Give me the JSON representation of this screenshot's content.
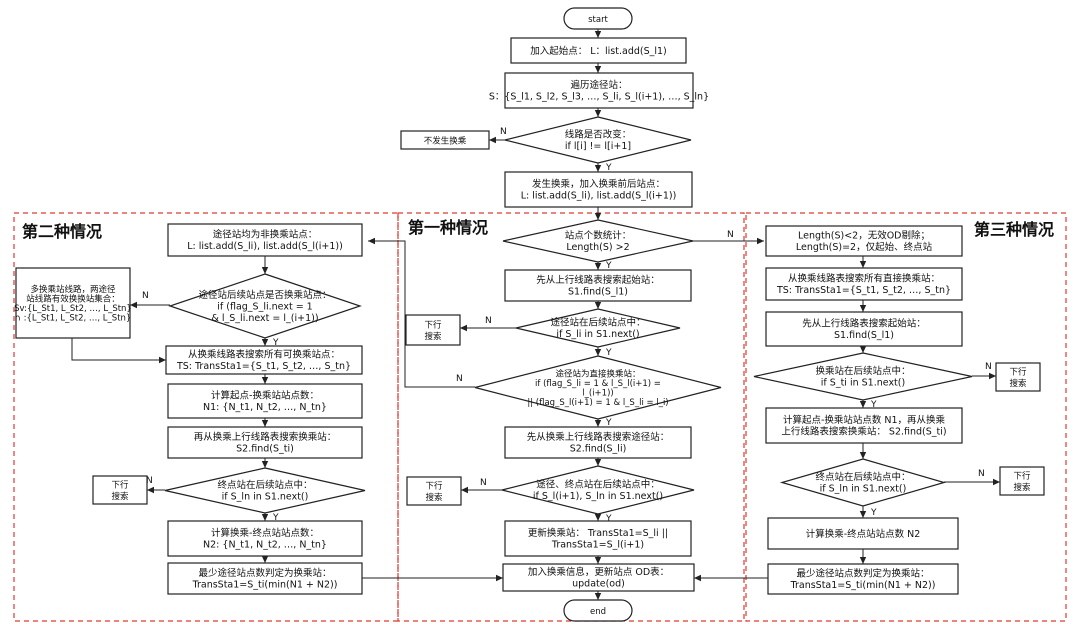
{
  "regions": {
    "case1": "第一种情况",
    "case2": "第二种情况",
    "case3": "第三种情况"
  },
  "nodes": {
    "start": [
      "start"
    ],
    "add_start": [
      "加入起始点：  L：list.add(S_l1)"
    ],
    "traverse": [
      "遍历途径站：",
      "S：{S_l1, S_l2, S_l3, …, S_li, S_l(i+1), …, S_ln}"
    ],
    "route_change": [
      "线路是否改变：",
      "if l[i] != l[i+1]"
    ],
    "no_transfer": [
      "不发生换乘"
    ],
    "transfer_add": [
      "发生换乘，加入换乘前后站点：",
      "L: list.add(S_li), list.add(S_l(i+1))"
    ],
    "count_stations": [
      "站点个数统计：",
      "Length(S) >2"
    ],
    "up_search_start": [
      "先从上行线路表搜索起始站：",
      "S1.find(S_l1)"
    ],
    "via_in_next": [
      "途径站在后续站点中：",
      "if S_li in S1.next()"
    ],
    "down_search_1": [
      "下行",
      "搜索"
    ],
    "via_direct": [
      "途径站为直接换乘站：",
      "if (flag_S_li = 1 & l_S_l(i+1) =",
      "l_(i+1))",
      "|| (flag_S_l(i+1) = 1 & l_S_li = l_i)"
    ],
    "transfer_up_search": [
      "先从换乘上行线路表搜索途径站：",
      "S2.find(S_li)"
    ],
    "via_end_in_next": [
      "途径、终点站在后续站点中：",
      "if S_l(i+1), S_ln in S1.next()"
    ],
    "down_search_2": [
      "下行",
      "搜索"
    ],
    "update_transfer": [
      "更新换乘站：  TransSta1=S_li ||",
      "TransSta1=S_l(i+1)"
    ],
    "add_transfer_info": [
      "加入换乘信息，更新站点 OD表：",
      "update(od)"
    ],
    "end": [
      "end"
    ],
    "non_transfer_via": [
      "途径站均为非换乘站点：",
      "L: list.add(S_li), list.add(S_l(i+1))"
    ],
    "via_after_transfer": [
      "途径站后续站点是否换乘站点：",
      "if (flag_S_li.next = 1",
      "& l_S_li.next = l_(i+1))"
    ],
    "multi_line": [
      "多换乘站线路，两途径",
      "站线路有效换换站集合：",
      "Sv:{L_St1, L_St2, …, L_Stn}",
      "∩ :{L_St1, L_St2, …, L_Stn}"
    ],
    "search_all_transfer": [
      "从换乘线路表搜索所有可换乘站点：",
      "TS: TransSta1={S_t1, S_t2, …, S_tn}"
    ],
    "calc_start_transfer": [
      "计算起点-换乘站站点数：",
      "N1: {N_t1, N_t2, …, N_tn}"
    ],
    "transfer_up_search_2": [
      "再从换乘上行线路表搜索换乘站：",
      "S2.find(S_ti)"
    ],
    "end_in_next_2": [
      "终点站在后续站点中：",
      "if S_ln  in S1.next()"
    ],
    "down_search_3": [
      "下行",
      "搜索"
    ],
    "calc_transfer_end": [
      "计算换乘-终点站站点数：",
      "N2: {N_t1, N_t2, …, N_tn}"
    ],
    "min_via_2": [
      "最少途径站点数判定为换乘站：",
      "TransSta1=S_ti(min(N1 + N2))"
    ],
    "length_rule": [
      "Length(S)<2，无效OD剔除；",
      "Length(S)=2，仅起始、终点站"
    ],
    "search_direct": [
      "从换乘线路表搜索所有直接换乘站：",
      "TS: TransSta1={S_t1, S_t2, …, S_tn}"
    ],
    "up_search_start_3": [
      "先从上行线路表搜索起始站：",
      "S1.find(S_l1)"
    ],
    "transfer_in_next": [
      "换乘站在后续站点中：",
      "if S_ti in S1.next()"
    ],
    "down_search_4": [
      "下行",
      "搜索"
    ],
    "calc_n1": [
      "计算起点-换乘站站点数 N1，再从换乘",
      "上行线路表搜索换乘站：  S2.find(S_ti)"
    ],
    "end_in_next_3": [
      "终点站在后续站点中：",
      "if S_ln  in S1.next()"
    ],
    "down_search_5": [
      "下行",
      "搜索"
    ],
    "calc_n2": [
      "计算换乘-终点站站点数 N2"
    ],
    "min_via_3": [
      "最少途径站点数判定为换乘站：",
      "TransSta1=S_ti(min(N1 + N2))"
    ]
  },
  "edge_labels": {
    "yes": "Y",
    "no": "N"
  }
}
